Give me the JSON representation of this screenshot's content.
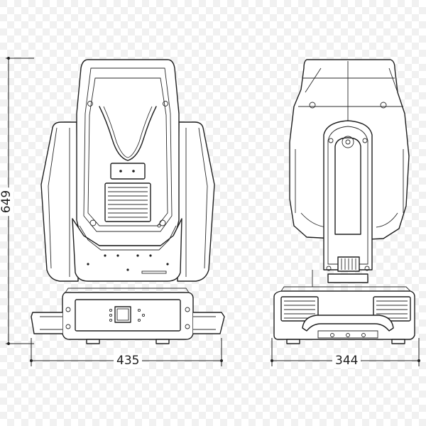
{
  "drawing": {
    "dimensions": {
      "height": "649",
      "width_front": "435",
      "width_side": "344"
    }
  }
}
